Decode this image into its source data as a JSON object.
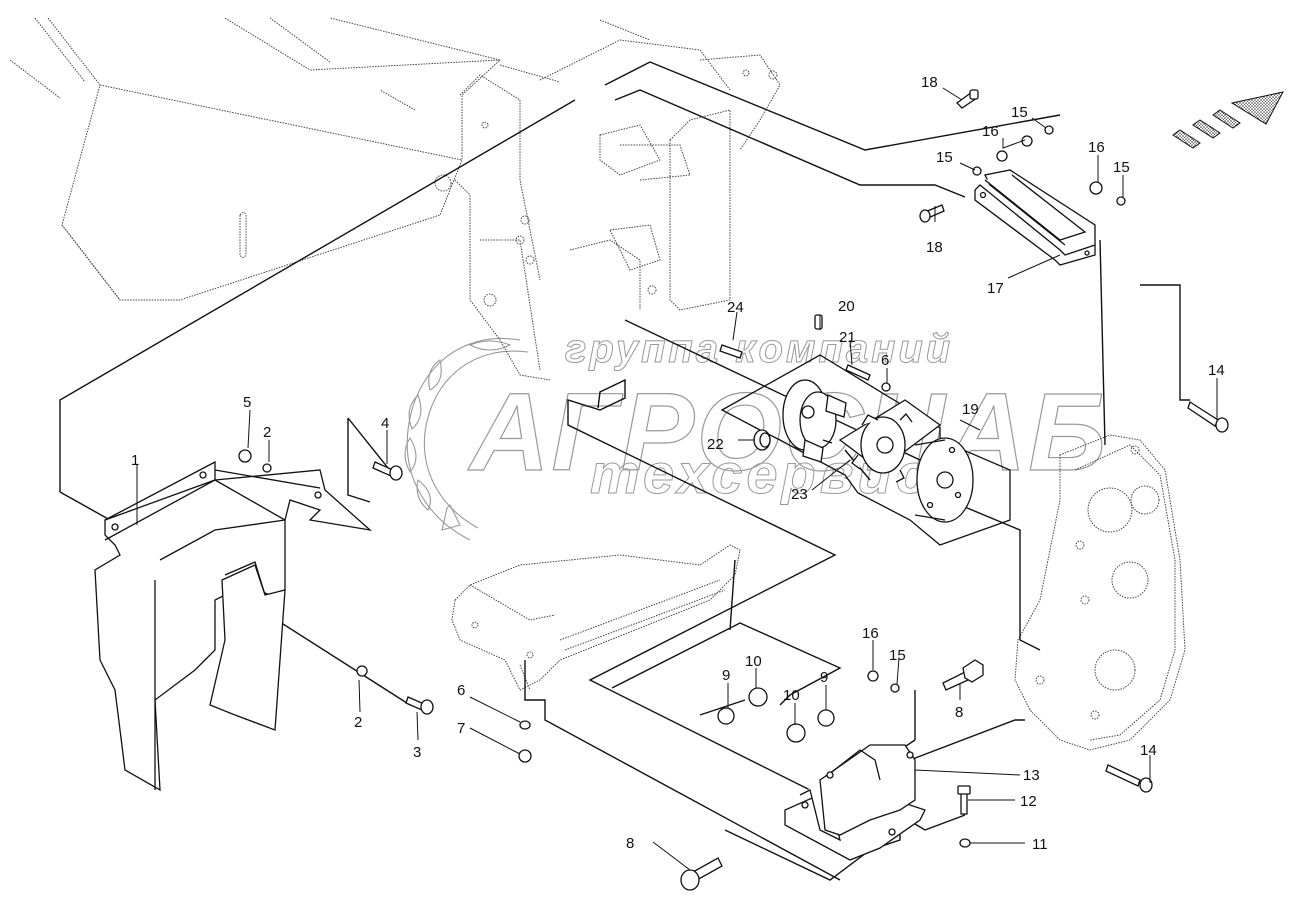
{
  "diagram": {
    "type": "exploded parts diagram",
    "watermark": {
      "line1": "группа компаний",
      "line2": "АГРОСНАБ",
      "line3": "техсервис"
    },
    "direction_arrow": "travel-direction-arrow",
    "callouts": [
      {
        "id": "c1",
        "label": "1"
      },
      {
        "id": "c2a",
        "label": "2"
      },
      {
        "id": "c2b",
        "label": "2"
      },
      {
        "id": "c3",
        "label": "3"
      },
      {
        "id": "c4",
        "label": "4"
      },
      {
        "id": "c5",
        "label": "5"
      },
      {
        "id": "c6a",
        "label": "6"
      },
      {
        "id": "c6b",
        "label": "6"
      },
      {
        "id": "c7",
        "label": "7"
      },
      {
        "id": "c8a",
        "label": "8"
      },
      {
        "id": "c8b",
        "label": "8"
      },
      {
        "id": "c9a",
        "label": "9"
      },
      {
        "id": "c9b",
        "label": "9"
      },
      {
        "id": "c10a",
        "label": "10"
      },
      {
        "id": "c10b",
        "label": "10"
      },
      {
        "id": "c11",
        "label": "11"
      },
      {
        "id": "c12",
        "label": "12"
      },
      {
        "id": "c13",
        "label": "13"
      },
      {
        "id": "c14a",
        "label": "14"
      },
      {
        "id": "c14b",
        "label": "14"
      },
      {
        "id": "c15a",
        "label": "15"
      },
      {
        "id": "c15b",
        "label": "15"
      },
      {
        "id": "c15c",
        "label": "15"
      },
      {
        "id": "c15d",
        "label": "15"
      },
      {
        "id": "c16a",
        "label": "16"
      },
      {
        "id": "c16b",
        "label": "16"
      },
      {
        "id": "c16c",
        "label": "16"
      },
      {
        "id": "c17",
        "label": "17"
      },
      {
        "id": "c18a",
        "label": "18"
      },
      {
        "id": "c18b",
        "label": "18"
      },
      {
        "id": "c19",
        "label": "19"
      },
      {
        "id": "c20",
        "label": "20"
      },
      {
        "id": "c21",
        "label": "21"
      },
      {
        "id": "c22",
        "label": "22"
      },
      {
        "id": "c23",
        "label": "23"
      },
      {
        "id": "c24",
        "label": "24"
      }
    ]
  }
}
